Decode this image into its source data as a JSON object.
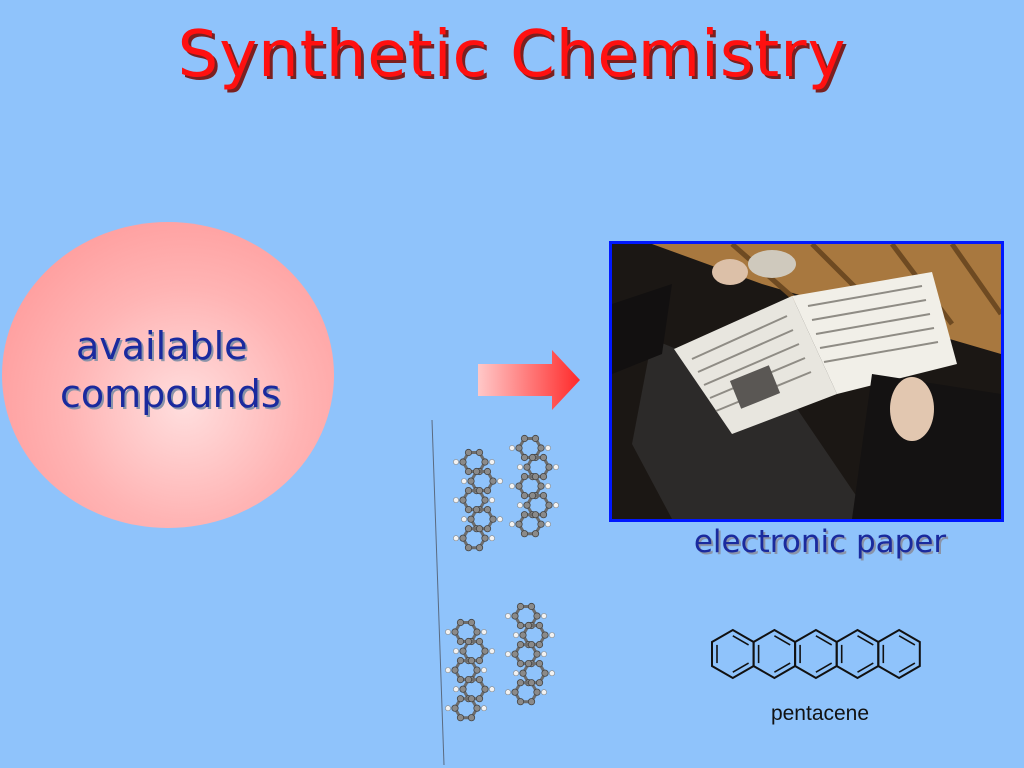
{
  "slide": {
    "title": "Synthetic Chemistry",
    "bubble": {
      "line1": "available",
      "line2": "compounds"
    },
    "photo_caption": "electronic paper",
    "structure_caption": "pentacene"
  },
  "colors": {
    "background": "#8fc3fb",
    "title": "#ff1010",
    "text": "#1a2a9e",
    "frame": "#0018ff"
  }
}
